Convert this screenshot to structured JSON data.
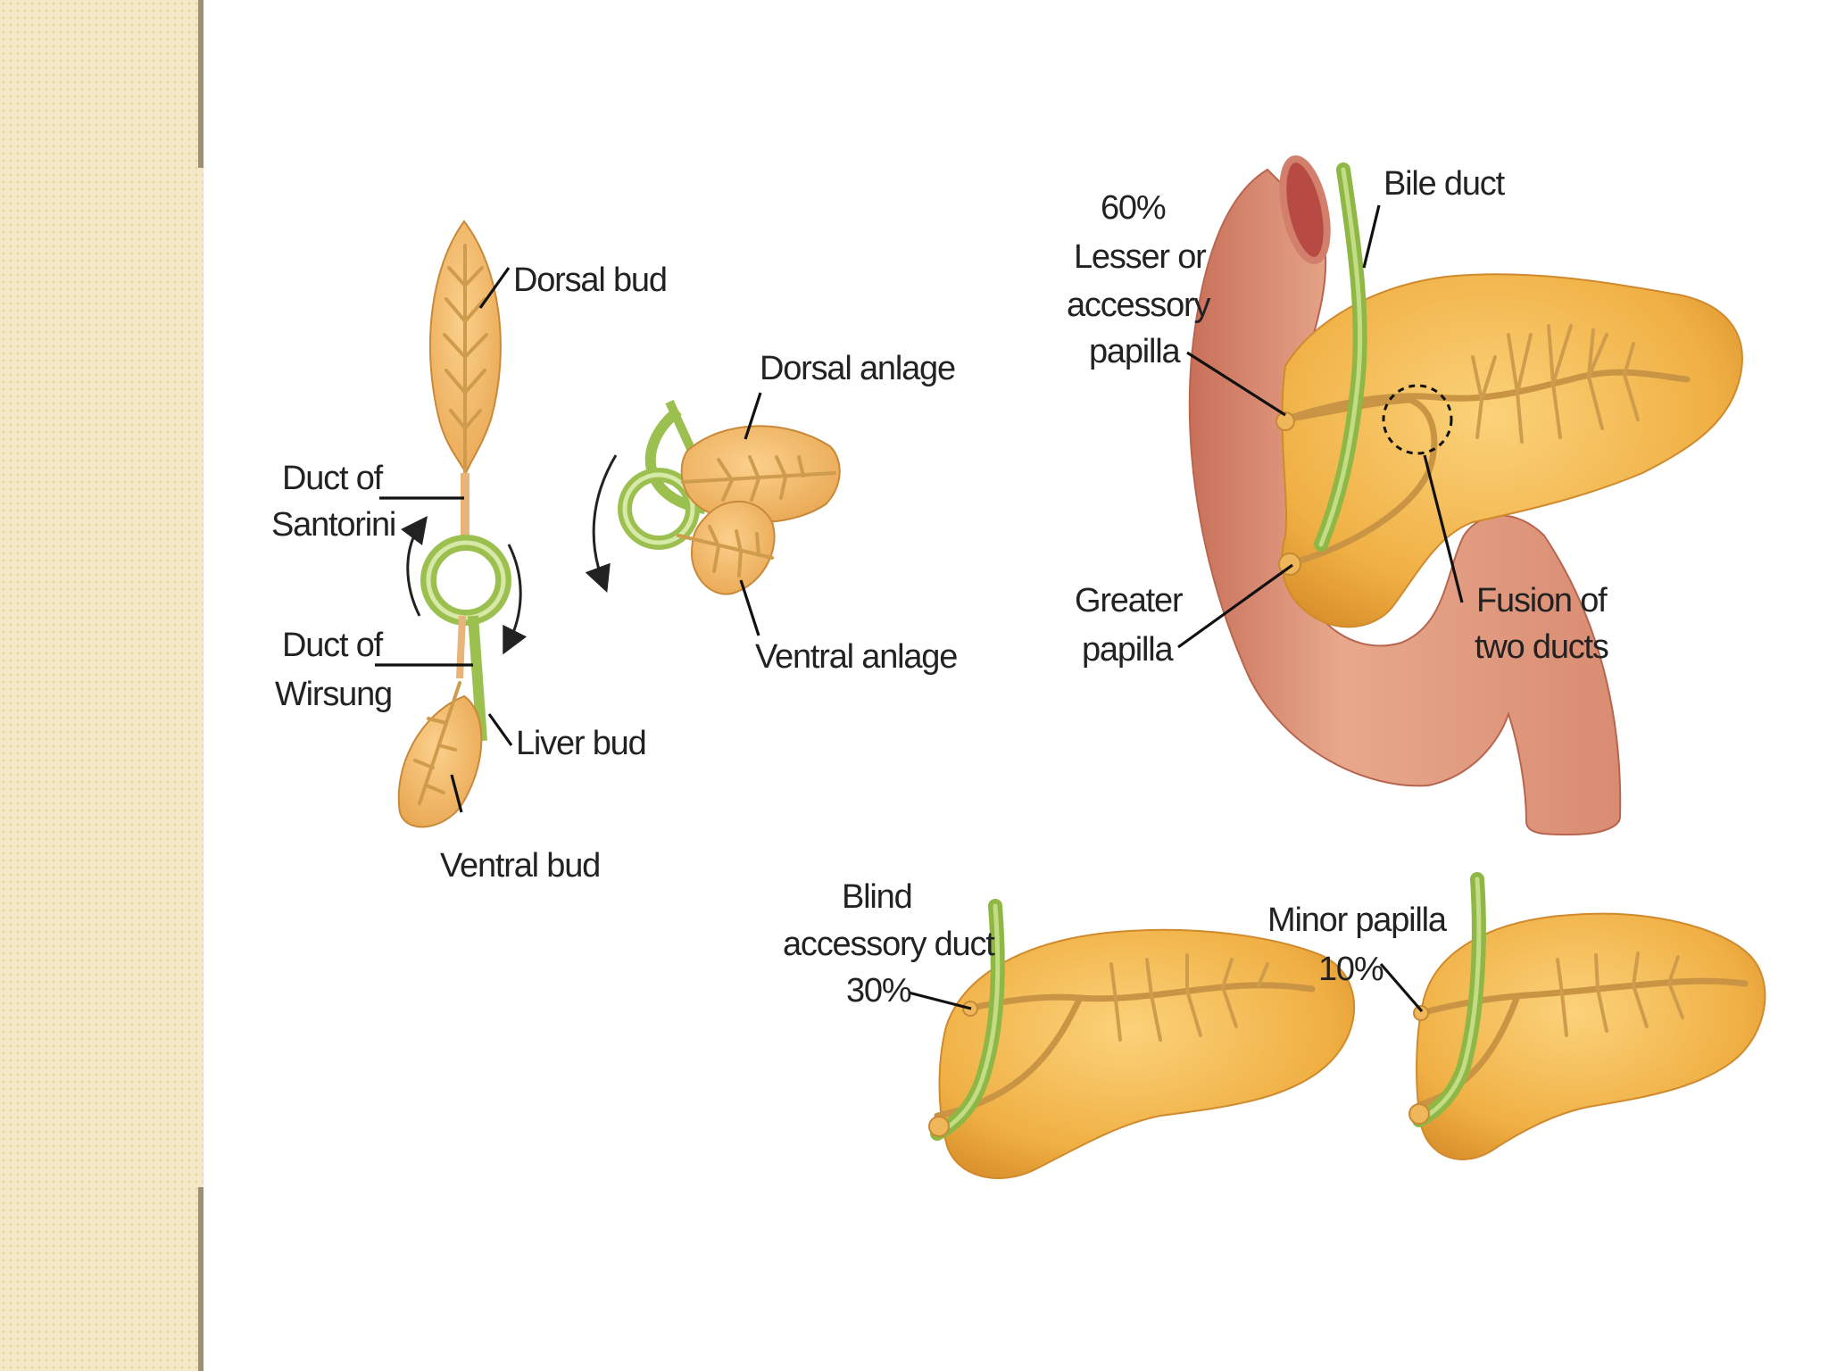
{
  "colors": {
    "background": "#ffffff",
    "strip": "#f5e8c6",
    "pancreas": "#f2b64a",
    "duodenum": "#dd9a7e",
    "bile_duct": "#8fb746"
  },
  "embryonic": {
    "dorsal_bud": "Dorsal bud",
    "duct_santorini_1": "Duct of",
    "duct_santorini_2": "Santorini",
    "duct_wirsung_1": "Duct of",
    "duct_wirsung_2": "Wirsung",
    "liver_bud": "Liver bud",
    "ventral_bud": "Ventral bud",
    "dorsal_anlage": "Dorsal anlage",
    "ventral_anlage": "Ventral anlage"
  },
  "main": {
    "bile_duct": "Bile duct",
    "lesser_1": "60%",
    "lesser_2": "Lesser or",
    "lesser_3": "accessory",
    "lesser_4": "papilla",
    "greater_1": "Greater",
    "greater_2": "papilla",
    "fusion_1": "Fusion of",
    "fusion_2": "two ducts"
  },
  "variants": {
    "blind_1": "Blind",
    "blind_2": "accessory duct",
    "blind_3": "30%",
    "minor_1": "Minor papilla",
    "minor_2": "10%"
  }
}
